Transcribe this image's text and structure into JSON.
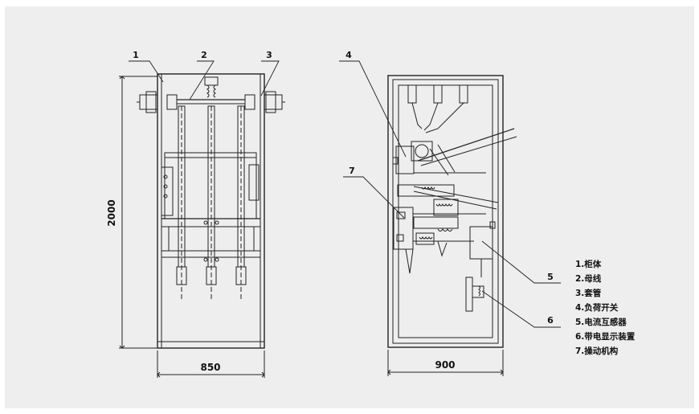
{
  "callouts": [
    "1",
    "2",
    "3",
    "4",
    "5",
    "6",
    "7"
  ],
  "dimensions": {
    "height": "2000",
    "width_front": "850",
    "width_side": "900"
  },
  "legend": [
    "1.柜体",
    "2.母线",
    "3.套管",
    "4.负荷开关",
    "5.电流互感器",
    "6.带电显示装置",
    "7.操动机构"
  ],
  "colors": {
    "background": "#eeeeee",
    "line": "#222222"
  }
}
